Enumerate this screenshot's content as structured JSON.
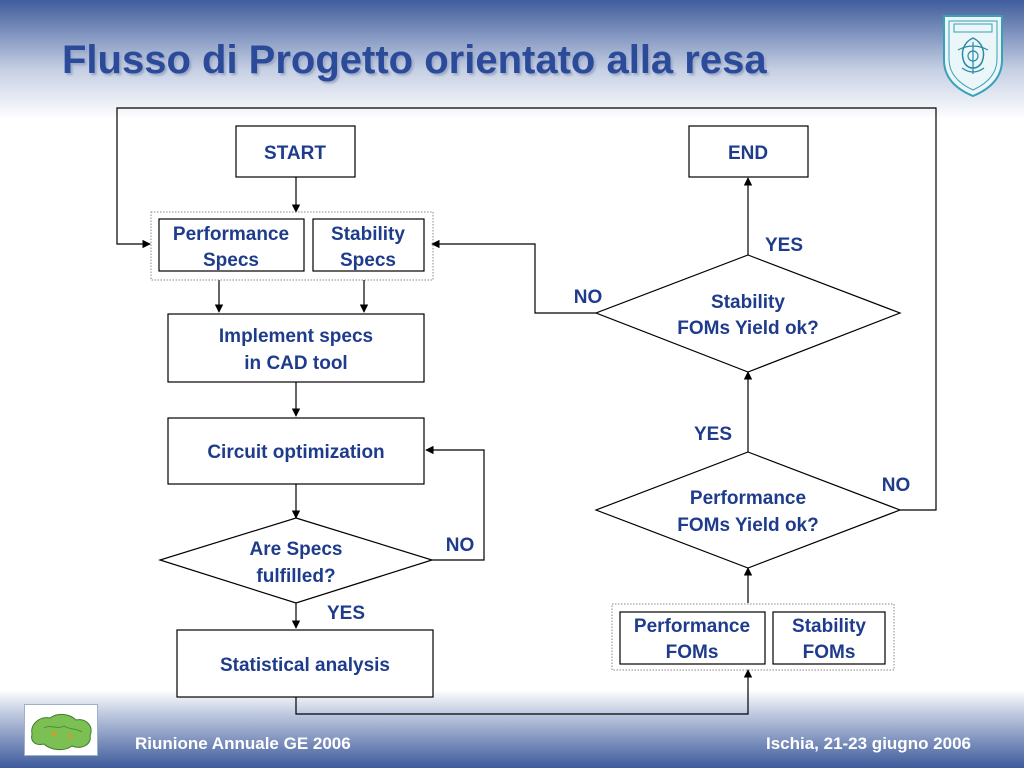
{
  "slide": {
    "title": "Flusso di Progetto orientato alla resa",
    "footer_left": "Riunione Annuale GE 2006",
    "footer_right": "Ischia, 21-23 giugno 2006"
  },
  "flowchart": {
    "start": "START",
    "end": "END",
    "performance_specs": [
      "Performance",
      "Specs"
    ],
    "stability_specs": [
      "Stability",
      "Specs"
    ],
    "implement_specs": [
      "Implement specs",
      "in CAD tool"
    ],
    "circuit_optimization": "Circuit optimization",
    "are_specs_fulfilled": [
      "Are Specs",
      "fulfilled?"
    ],
    "statistical_analysis": "Statistical analysis",
    "performance_foms": [
      "Performance",
      "FOMs"
    ],
    "stability_foms": [
      "Stability",
      "FOMs"
    ],
    "performance_yield": [
      "Performance",
      "FOMs Yield ok?"
    ],
    "stability_yield": [
      "Stability",
      "FOMs Yield ok?"
    ],
    "specs_yes": "YES",
    "specs_no": "NO",
    "perf_yes": "YES",
    "perf_no": "NO",
    "stab_yes": "YES",
    "stab_no": "NO"
  },
  "colors": {
    "text": "#1f3c8c",
    "title": "#2b4a9a",
    "band": "#3d5a9b"
  },
  "icons": {
    "seal": "university-seal-icon",
    "logo": "region-map-logo-icon"
  }
}
